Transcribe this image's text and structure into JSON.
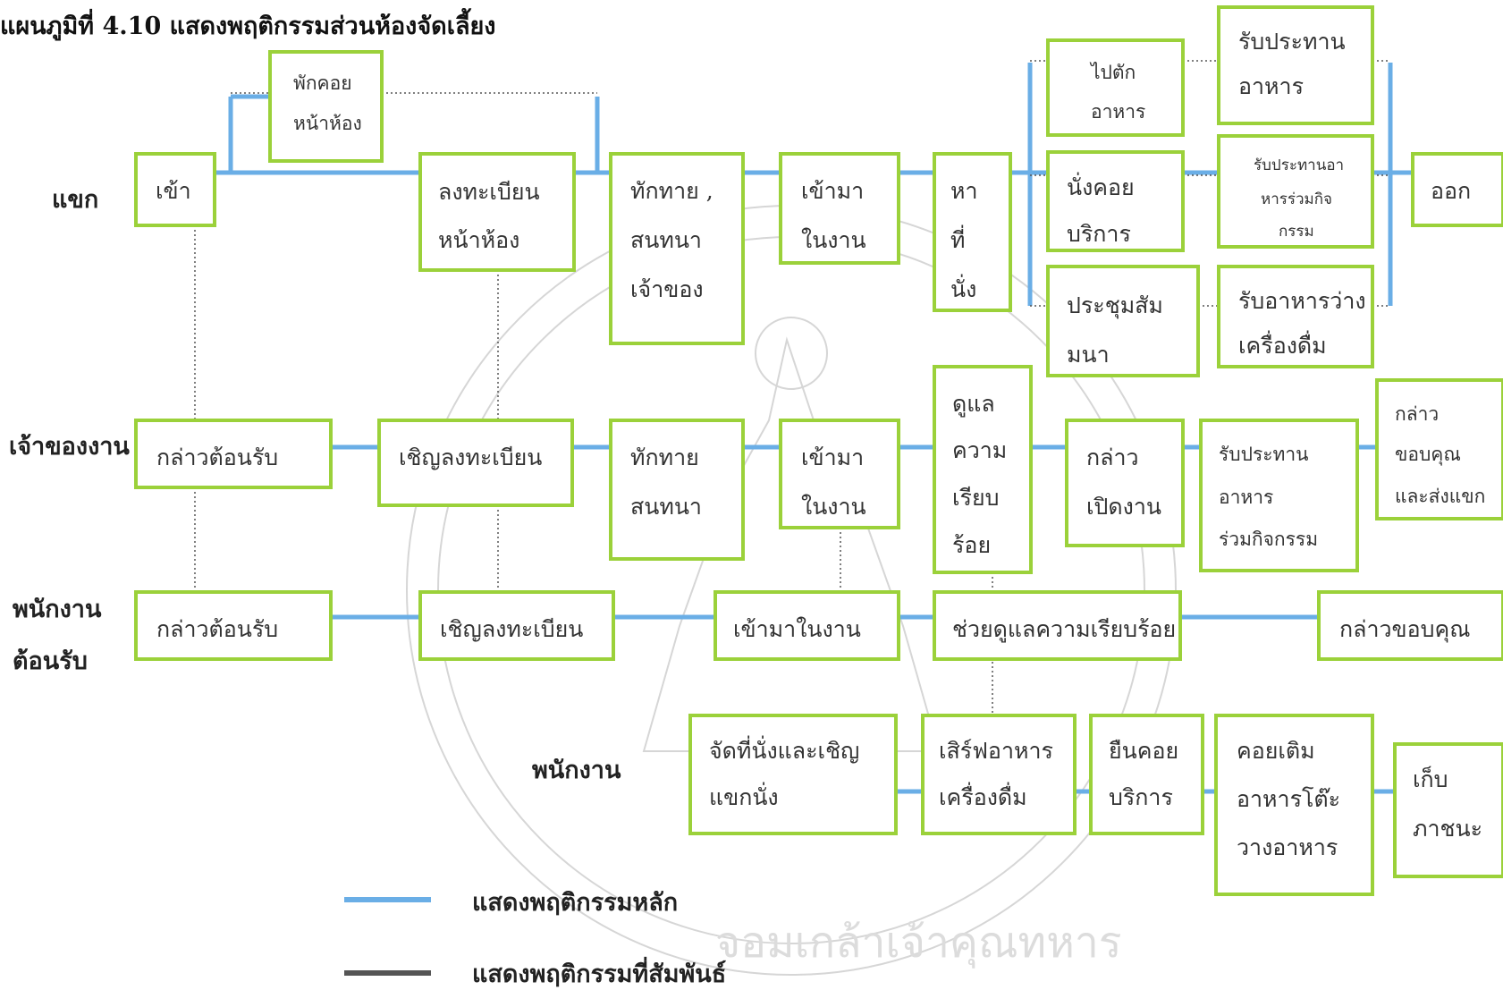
{
  "title": "แผนภูมิที่ 4.10  แสดงพฤติกรรมส่วนห้องจัดเลี้ยง",
  "rows": {
    "guest": "แขก",
    "host": "เจ้าของงาน",
    "reception_1": "พนักงาน",
    "reception_2": "ต้อนรับ",
    "staff": "พนักงาน"
  },
  "guest": {
    "enter": "เข้า",
    "rest_1": "พักคอย",
    "rest_2": "หน้าห้อง",
    "register_1": "ลงทะเบียน",
    "register_2": "หน้าห้อง",
    "greet_1": "ทักทาย ,",
    "greet_2": "สนทนา",
    "greet_3": "เจ้าของ",
    "enter_event_1": "เข้ามา",
    "enter_event_2": "ในงาน",
    "seat_1": "หา",
    "seat_2": "ที่",
    "seat_3": "นั่ง",
    "take_food_1": "ไปตัก",
    "take_food_2": "อาหาร",
    "wait_service_1": "นั่งคอย",
    "wait_service_2": "บริการ",
    "seminar_1": "ประชุมสัม",
    "seminar_2": "มนา",
    "eat_1": "รับประทาน",
    "eat_2": "อาหาร",
    "eat_activity_1": "รับประทานอา",
    "eat_activity_2": "หารร่วมกิจ",
    "eat_activity_3": "กรรม",
    "snack_1": "รับอาหารว่าง",
    "snack_2": "เครื่องดื่ม",
    "exit": "ออก"
  },
  "host": {
    "welcome": "กล่าวต้อนรับ",
    "invite_register": "เชิญลงทะเบียน",
    "greet_1": "ทักทาย",
    "greet_2": "สนทนา",
    "enter_1": "เข้ามา",
    "enter_2": "ในงาน",
    "order_1": "ดูแล",
    "order_2": "ความ",
    "order_3": "เรียบ",
    "order_4": "ร้อย",
    "open_1": "กล่าว",
    "open_2": "เปิดงาน",
    "eat_1": "รับประทาน",
    "eat_2": "อาหาร",
    "eat_3": "ร่วมกิจกรรม",
    "thanks_1": "กล่าว",
    "thanks_2": "ขอบคุณ",
    "thanks_3": "และส่งแขก"
  },
  "reception": {
    "welcome": "กล่าวต้อนรับ",
    "invite_register": "เชิญลงทะเบียน",
    "enter": "เข้ามาในงาน",
    "order": "ช่วยดูแลความเรียบร้อย",
    "thanks": "กล่าวขอบคุณ"
  },
  "staff": {
    "seat_1": "จัดที่นั่งและเชิญ",
    "seat_2": "แขกนั่ง",
    "serve_1": "เสิร์ฟอาหาร",
    "serve_2": "เครื่องดื่ม",
    "standby_1": "ยืนคอย",
    "standby_2": "บริการ",
    "refill_1": "คอยเติม",
    "refill_2": "อาหารโต๊ะ",
    "refill_3": "วางอาหาร",
    "clear_1": "เก็บ",
    "clear_2": "ภาชนะ"
  },
  "legend": {
    "main": "แสดงพฤติกรรมหลัก",
    "related": "แสดงพฤติกรรมที่สัมพันธ์",
    "main_color": "#6aaee6",
    "related_color": "#555555"
  },
  "colors": {
    "box_border": "#9bd13a",
    "main_line": "#6aaee6"
  },
  "watermark": "จอมเกล้าเจ้าคุณทหาร"
}
